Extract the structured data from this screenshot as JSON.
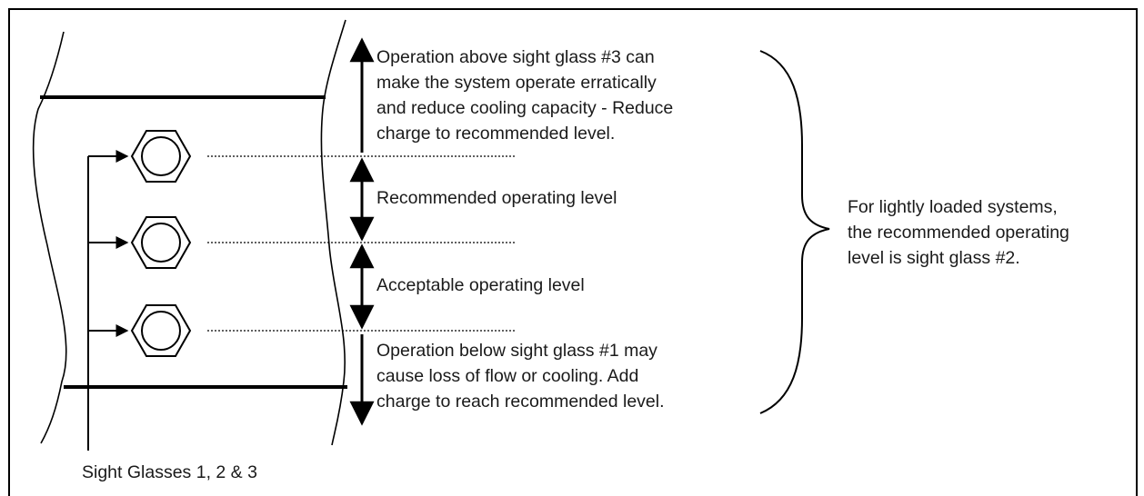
{
  "above_note": [
    "Operation above sight glass #3 can",
    "make the system operate erratically",
    "and reduce cooling capacity - Reduce",
    "charge to recommended level."
  ],
  "recommended_label": "Recommended operating level",
  "acceptable_label": "Acceptable operating level",
  "below_note": [
    "Operation below sight glass #1 may",
    "cause loss of flow or cooling. Add",
    "charge to reach recommended level."
  ],
  "light_load_note": [
    "For lightly loaded systems,",
    "the recommended operating",
    "level is sight glass #2."
  ],
  "sight_glass_label": "Sight Glasses 1, 2 & 3",
  "colors": {
    "line": "#000000",
    "text": "#1a1a1a",
    "frame": "#000000"
  }
}
